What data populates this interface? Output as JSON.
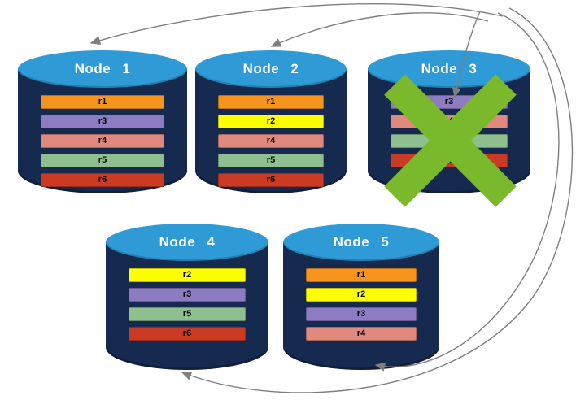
{
  "diagram": {
    "type": "database-replication-failover",
    "arrows": [
      {
        "from": "Node 3",
        "to": "Node 1"
      },
      {
        "from": "Node 3",
        "to": "Node 2"
      },
      {
        "from": "Node 3",
        "to": "Node 3"
      },
      {
        "from": "Node 3",
        "to": "Node 5"
      },
      {
        "from": "Node 3",
        "to": "Node 4"
      }
    ],
    "failed_node": "Node 3"
  },
  "nodes": [
    {
      "title": "Node 1",
      "failed": false,
      "rows": [
        {
          "label": "r1",
          "color": "#F7941E"
        },
        {
          "label": "r3",
          "color": "#8E7CC3"
        },
        {
          "label": "r4",
          "color": "#E0897F"
        },
        {
          "label": "r5",
          "color": "#8FBF8F"
        },
        {
          "label": "r6",
          "color": "#CB3A23"
        }
      ]
    },
    {
      "title": "Node 2",
      "failed": false,
      "rows": [
        {
          "label": "r1",
          "color": "#F7941E"
        },
        {
          "label": "r2",
          "color": "#FFFF00"
        },
        {
          "label": "r4",
          "color": "#E0897F"
        },
        {
          "label": "r5",
          "color": "#8FBF8F"
        },
        {
          "label": "r6",
          "color": "#CB3A23"
        }
      ]
    },
    {
      "title": "Node 3",
      "failed": true,
      "rows": [
        {
          "label": "r3",
          "color": "#8E7CC3"
        },
        {
          "label": "r4",
          "color": "#E0897F"
        },
        {
          "label": "r5",
          "color": "#8FBF8F"
        },
        {
          "label": "r6",
          "color": "#CB3A23"
        }
      ]
    },
    {
      "title": "Node 4",
      "failed": false,
      "rows": [
        {
          "label": "r2",
          "color": "#FFFF00"
        },
        {
          "label": "r3",
          "color": "#8E7CC3"
        },
        {
          "label": "r5",
          "color": "#8FBF8F"
        },
        {
          "label": "r6",
          "color": "#CB3A23"
        }
      ]
    },
    {
      "title": "Node 5",
      "failed": false,
      "rows": [
        {
          "label": "r1",
          "color": "#F7941E"
        },
        {
          "label": "r2",
          "color": "#FFFF00"
        },
        {
          "label": "r3",
          "color": "#8E7CC3"
        },
        {
          "label": "r4",
          "color": "#E0897F"
        }
      ]
    }
  ],
  "colors": {
    "cylinder_body": "#16294F",
    "cylinder_top": "#2E9BD6",
    "node_title_text": "#FFFFFF",
    "row_text": "#000000",
    "arrow": "#7F7F7F",
    "failure_x": "#7AB82C"
  }
}
